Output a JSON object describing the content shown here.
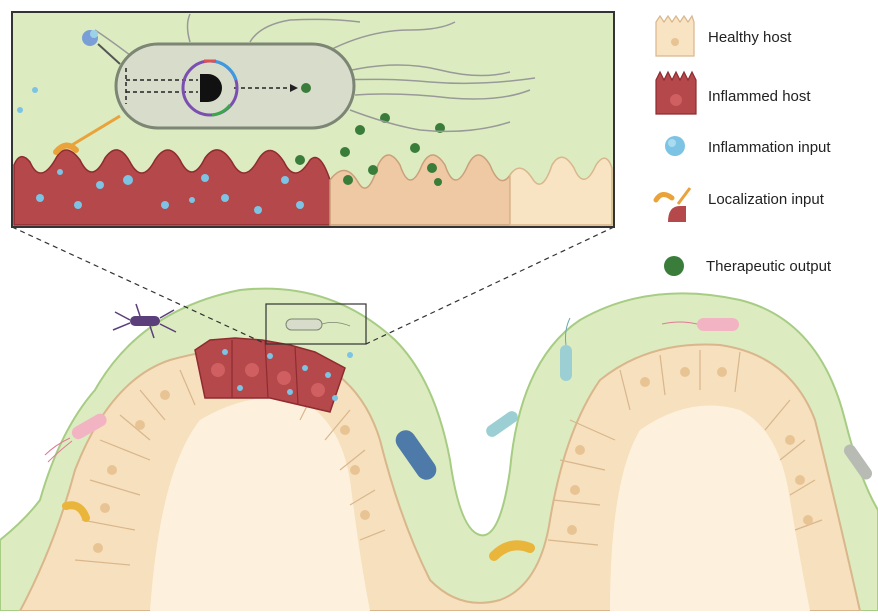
{
  "legend": {
    "items": [
      {
        "id": "healthy",
        "label": "Healthy host",
        "icon": "healthy-host-cell-icon",
        "color": "#f8e3c2"
      },
      {
        "id": "inflamed",
        "label": "Inflammed host",
        "icon": "inflamed-host-cell-icon",
        "color": "#b5484a"
      },
      {
        "id": "inflammation",
        "label": "Inflammation input",
        "icon": "inflammation-molecule-icon",
        "color": "#7cc3e4"
      },
      {
        "id": "localization",
        "label": "Localization input",
        "icon": "localization-receptor-icon",
        "color": "#e9a33a"
      },
      {
        "id": "therapeutic",
        "label": "Therapeutic output",
        "icon": "therapeutic-molecule-icon",
        "color": "#3a7d3a"
      }
    ]
  },
  "colors": {
    "mucus": "#dcecc0",
    "mucus_edge": "#a7cc84",
    "tissue": "#f7e0bd",
    "tissue_edge": "#d9b68c",
    "inflamed": "#b5484a",
    "inflamed_dark": "#8e2c30",
    "bacterium_body": "#d8dccb",
    "bacterium_edge": "#7d8574",
    "inset_border": "#333333"
  }
}
